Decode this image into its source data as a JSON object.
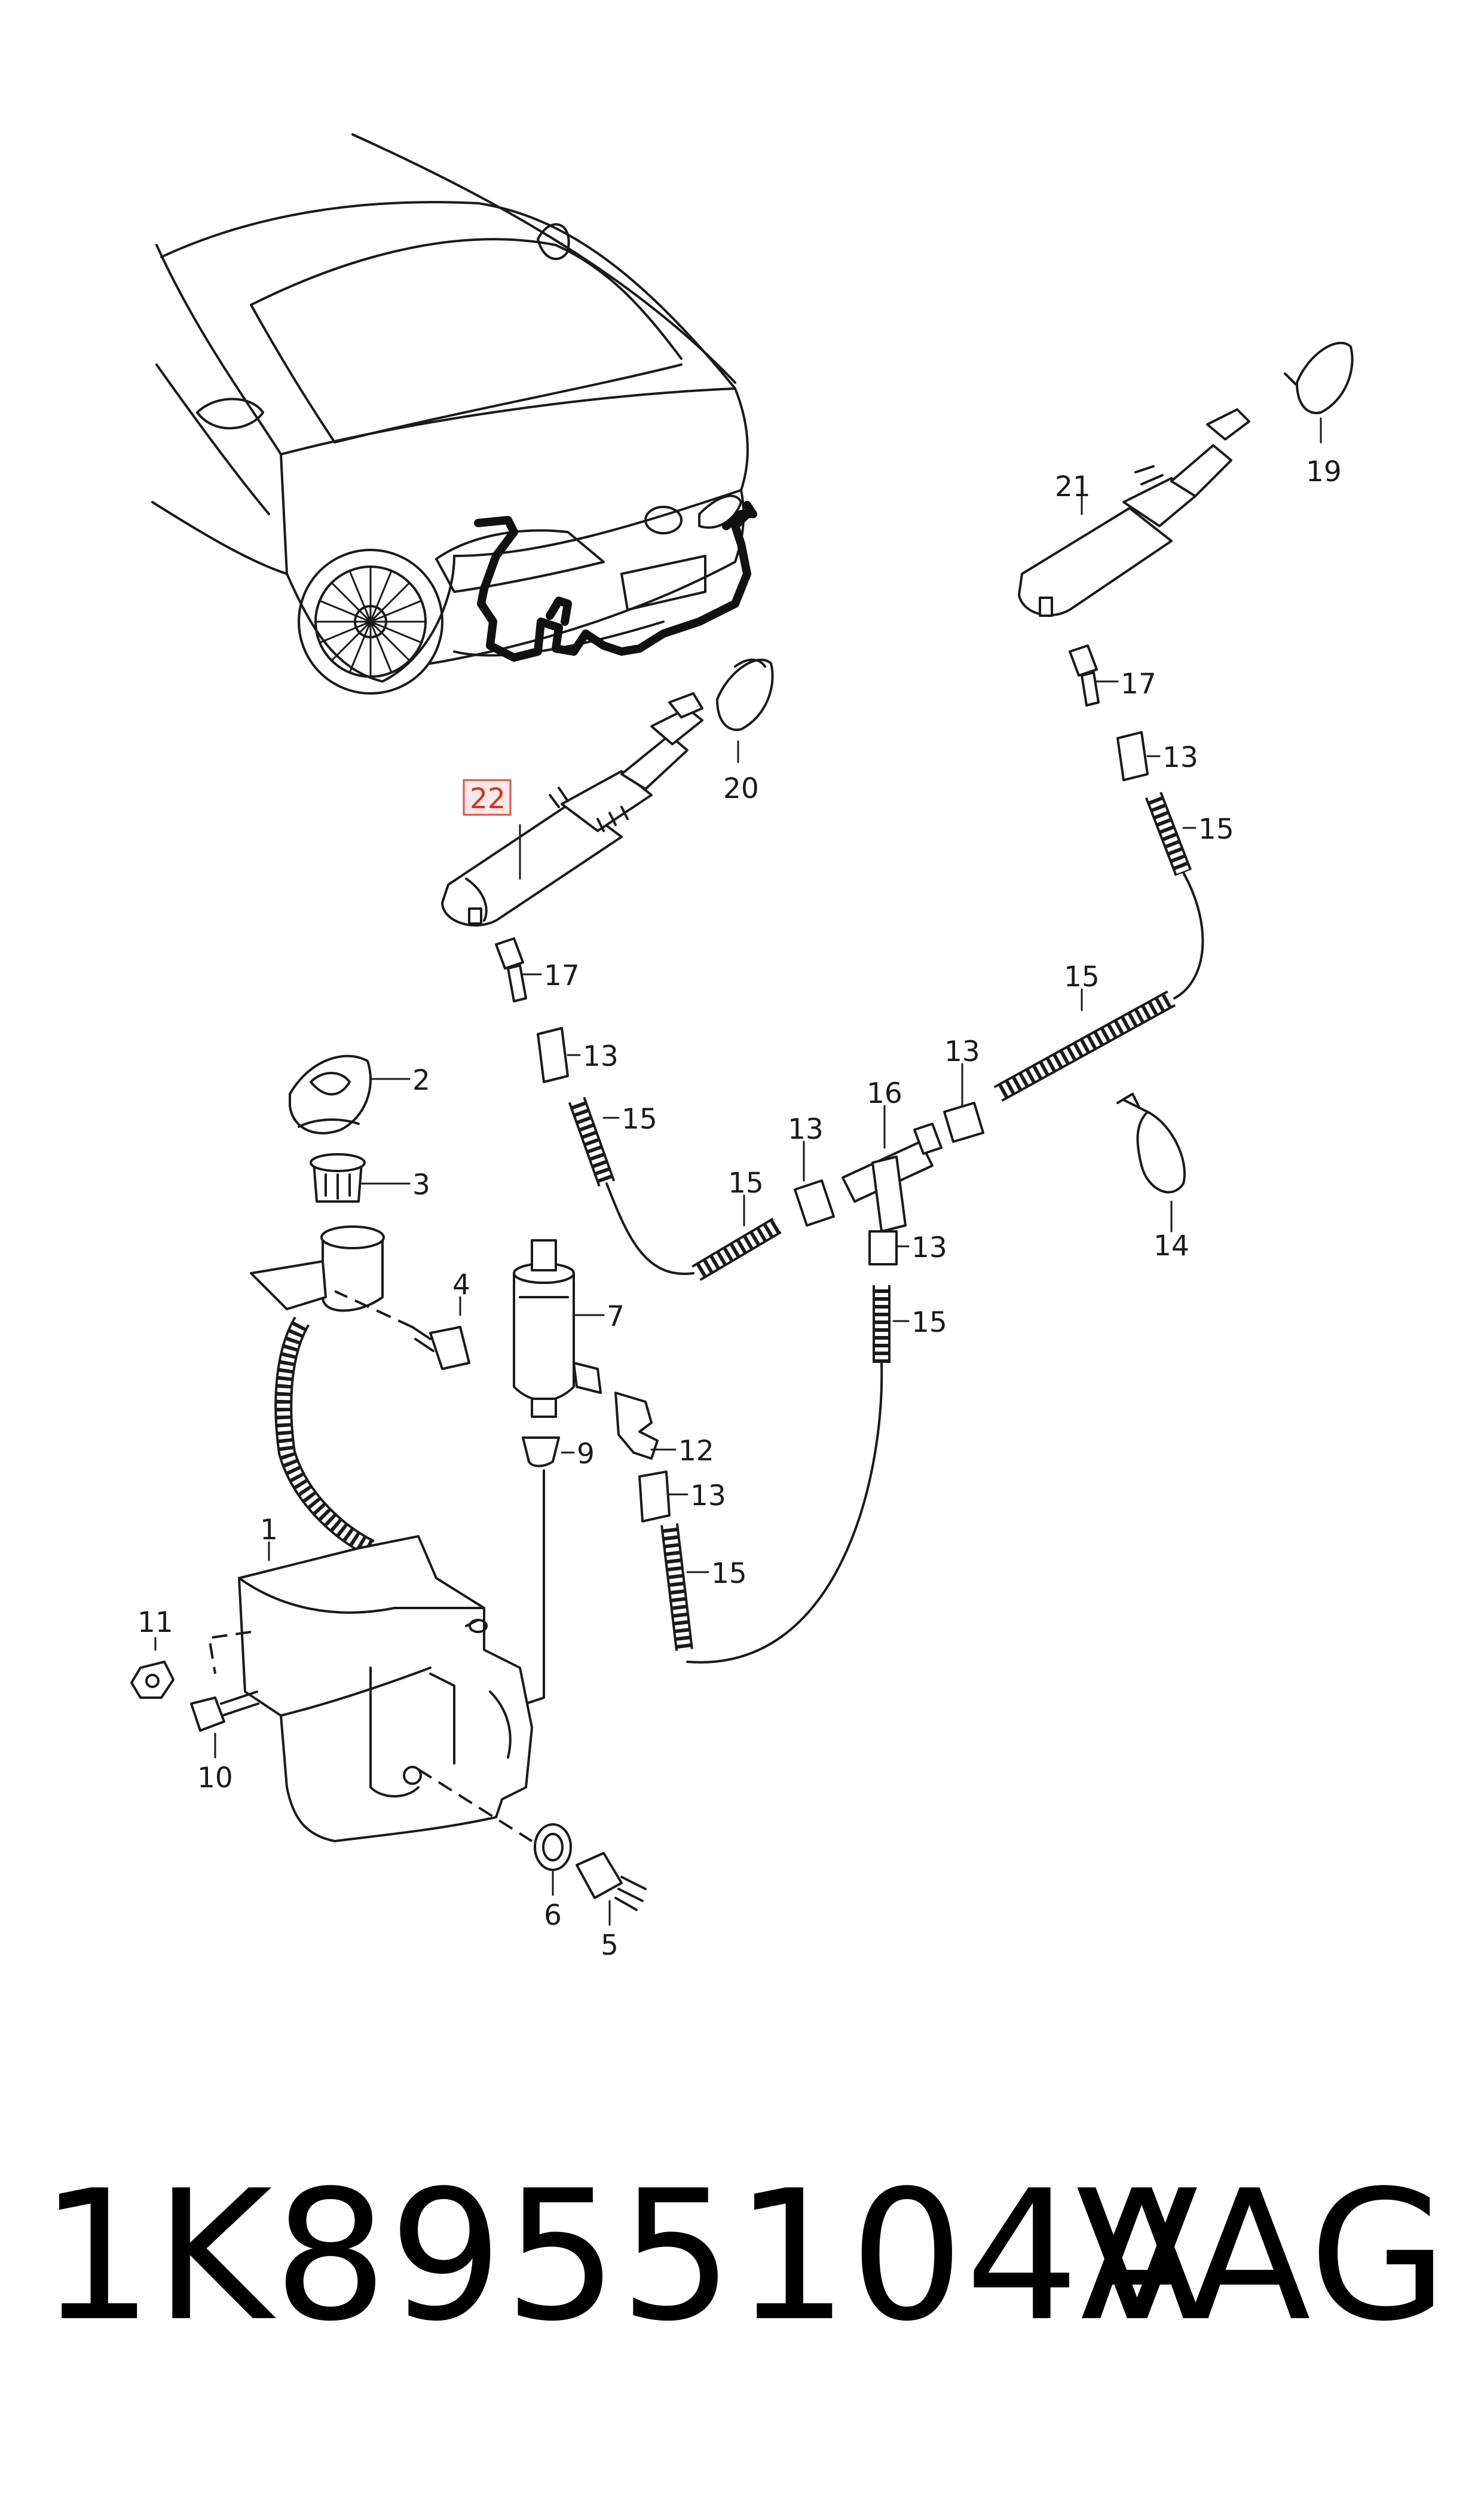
{
  "diagram": {
    "callouts": {
      "c1": "1",
      "c2": "2",
      "c3": "3",
      "c4": "4",
      "c5": "5",
      "c6": "6",
      "c7": "7",
      "c9": "9",
      "c10": "10",
      "c11": "11",
      "c12": "12",
      "c13a": "13",
      "c13b": "13",
      "c13c": "13",
      "c13d": "13",
      "c13e": "13",
      "c13f": "13",
      "c14": "14",
      "c15a": "15",
      "c15b": "15",
      "c15c": "15",
      "c15d": "15",
      "c15e": "15",
      "c15f": "15",
      "c16": "16",
      "c17a": "17",
      "c17b": "17",
      "c19": "19",
      "c20": "20",
      "c21": "21",
      "c22": "22"
    },
    "highlighted_callout": "22",
    "highlight_color": "#d9534f"
  },
  "footer": {
    "part_number": "1K8955104A",
    "brand": "VAG"
  }
}
